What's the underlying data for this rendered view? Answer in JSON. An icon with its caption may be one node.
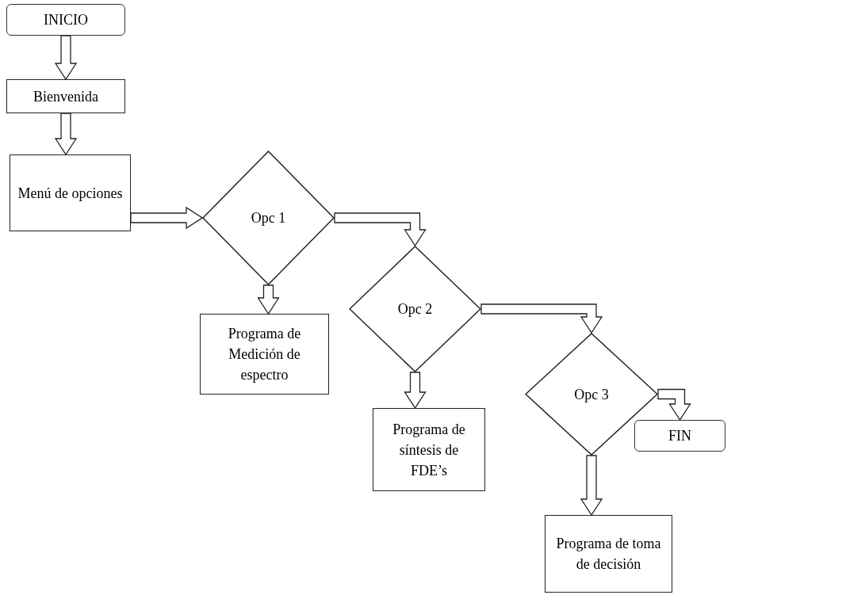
{
  "diagram": {
    "nodes": [
      {
        "text": [
          "INICIO"
        ]
      },
      {
        "text": [
          "Bienvenida"
        ]
      },
      {
        "text": [
          "Menú de opciones"
        ]
      },
      {
        "text": [
          "Opc 1"
        ]
      },
      {
        "text": [
          "Programa de Medición de espectro"
        ]
      },
      {
        "text": [
          "Opc 2"
        ]
      },
      {
        "text": [
          "Programa de síntesis de FDE’s"
        ]
      },
      {
        "text": [
          "Opc 3"
        ]
      },
      {
        "text": [
          "FIN"
        ]
      },
      {
        "text": [
          "Programa de toma de decisión"
        ]
      }
    ],
    "edges": [
      {
        "from": 0,
        "to": 1,
        "arrow": "to"
      },
      {
        "from": 1,
        "to": 2,
        "arrow": "to"
      },
      {
        "from": 2,
        "to": 3,
        "arrow": "to"
      },
      {
        "from": 3,
        "to": 4,
        "arrow": "to"
      },
      {
        "from": 3,
        "to": 5,
        "arrow": "to"
      },
      {
        "from": 5,
        "to": 6,
        "arrow": "to"
      },
      {
        "from": 5,
        "to": 7,
        "arrow": "to"
      },
      {
        "from": 7,
        "to": 9,
        "arrow": "to"
      },
      {
        "from": 7,
        "to": 8,
        "arrow": "to"
      }
    ]
  }
}
